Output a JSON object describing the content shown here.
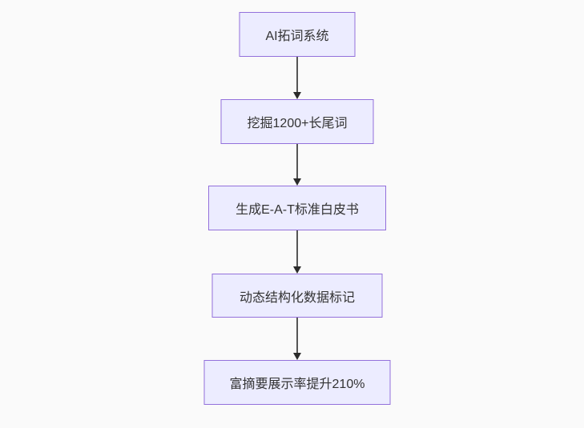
{
  "page": {
    "background_color": "#fafafa"
  },
  "diagram": {
    "type": "flowchart",
    "direction": "top-down",
    "nodes": [
      {
        "label": "AI拓词系统"
      },
      {
        "label": "挖掘1200+长尾词"
      },
      {
        "label": "生成E-A-T标准白皮书"
      },
      {
        "label": "动态结构化数据标记"
      },
      {
        "label": "富摘要展示率提升210%"
      }
    ],
    "edges": [
      {
        "from": 0,
        "to": 1,
        "style": "arrow-down"
      },
      {
        "from": 1,
        "to": 2,
        "style": "arrow-down"
      },
      {
        "from": 2,
        "to": 3,
        "style": "arrow-down"
      },
      {
        "from": 3,
        "to": 4,
        "style": "arrow-down"
      }
    ],
    "colors": {
      "node_fill": "#ececff",
      "node_border": "#9370db",
      "node_text": "#333333",
      "edge_line": "#555555",
      "edge_arrowhead": "#2b2b2b",
      "canvas_background": "#fafafa"
    }
  }
}
